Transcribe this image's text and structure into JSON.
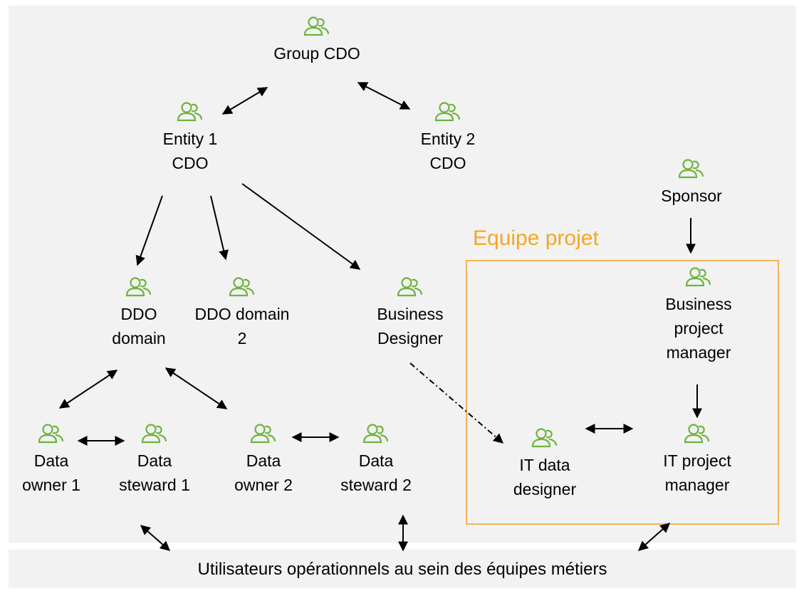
{
  "colors": {
    "icon": "#6db33f",
    "team_border": "#f5b358",
    "team_label": "#f5a623",
    "panel": "#f2f2f2"
  },
  "nodes": {
    "group_cdo": {
      "label": "Group CDO",
      "icon": "user-group-icon"
    },
    "entity1_cdo": {
      "label": "Entity 1\nCDO",
      "icon": "user-group-icon"
    },
    "entity2_cdo": {
      "label": "Entity 2\nCDO",
      "icon": "user-group-icon"
    },
    "sponsor": {
      "label": "Sponsor",
      "icon": "user-group-icon"
    },
    "ddo_domain": {
      "label": "DDO\ndomain",
      "icon": "user-group-icon"
    },
    "ddo_domain2": {
      "label": "DDO domain\n2",
      "icon": "user-group-icon"
    },
    "business_designer": {
      "label": "Business\nDesigner",
      "icon": "user-group-icon"
    },
    "business_pm": {
      "label": "Business\nproject\nmanager",
      "icon": "user-group-icon"
    },
    "data_owner1": {
      "label": "Data\nowner 1",
      "icon": "user-group-icon"
    },
    "data_steward1": {
      "label": "Data\nsteward 1",
      "icon": "user-group-icon"
    },
    "data_owner2": {
      "label": "Data\nowner 2",
      "icon": "user-group-icon"
    },
    "data_steward2": {
      "label": "Data\nsteward 2",
      "icon": "user-group-icon"
    },
    "it_data_designer": {
      "label": "IT data\ndesigner",
      "icon": "user-group-icon"
    },
    "it_pm": {
      "label": "IT project\nmanager",
      "icon": "user-group-icon"
    }
  },
  "team": {
    "label": "Equipe projet"
  },
  "bottom": {
    "label": "Utilisateurs opérationnels au sein des équipes métiers"
  }
}
